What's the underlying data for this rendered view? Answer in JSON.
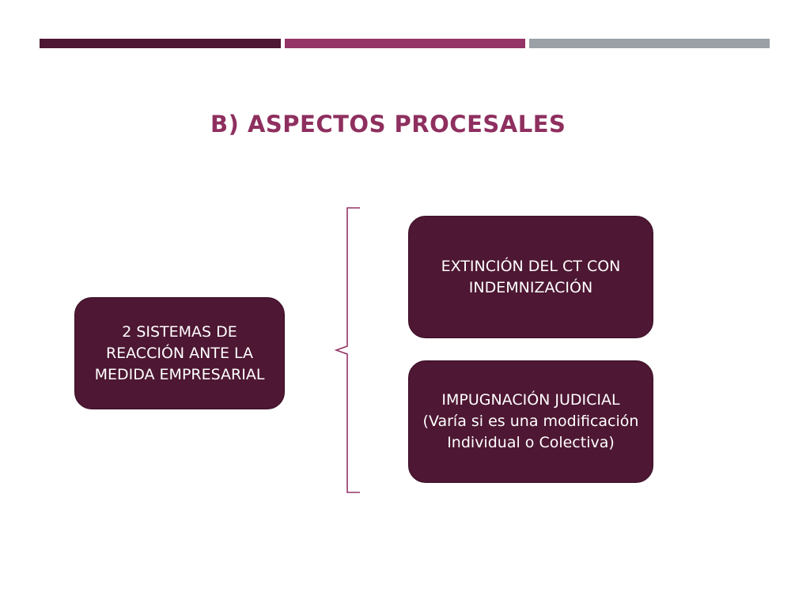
{
  "colors": {
    "bar_dark": "#4e1733",
    "bar_mid": "#953466",
    "bar_gray": "#9aa0a6",
    "title": "#8e2f5f",
    "box_fill": "#4e1733",
    "box_text": "#ffffff",
    "brace": "#953466"
  },
  "title": "B) ASPECTOS PROCESALES",
  "diagram": {
    "source": {
      "lines": [
        "2 SISTEMAS DE",
        "REACCIÓN ANTE LA",
        "MEDIDA EMPRESARIAL"
      ]
    },
    "options": [
      {
        "lines": [
          "EXTINCIÓN DEL CT CON",
          "INDEMNIZACIÓN"
        ]
      },
      {
        "lines": [
          "IMPUGNACIÓN JUDICIAL",
          "(Varía si es una modificación",
          "Individual o Colectiva)"
        ]
      }
    ]
  }
}
